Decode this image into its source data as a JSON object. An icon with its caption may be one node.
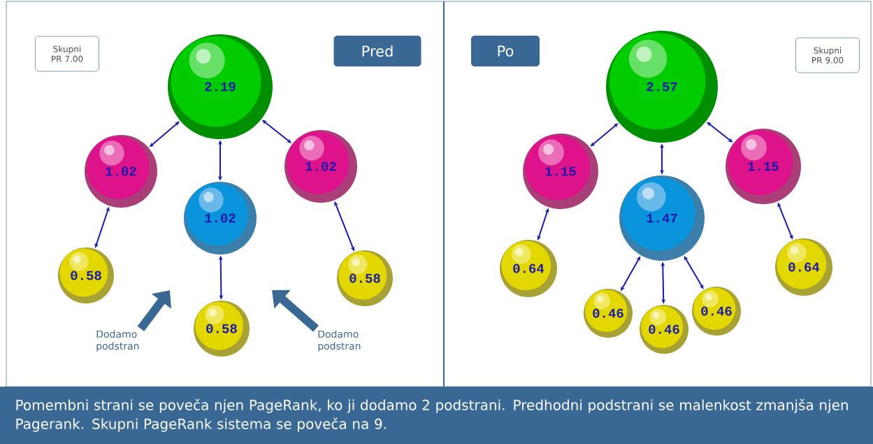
{
  "diagram": {
    "caption": "Pomembni strani se poveča njen PageRank, ko ji dodamo 2 podstrani. Predhodni podstrani se malenkost zmanjša njen Pagerank. Skupni PageRank sistema se poveča na 9.",
    "nodes": [
      {
        "text": [
          "Skupni PR 7.00"
        ]
      },
      {
        "text": [
          "Pred"
        ]
      },
      {
        "text": [
          "2.19"
        ]
      },
      {
        "text": [
          "1.02"
        ]
      },
      {
        "text": [
          "1.02"
        ]
      },
      {
        "text": [
          "1.02"
        ]
      },
      {
        "text": [
          "0.58"
        ]
      },
      {
        "text": [
          "0.58"
        ]
      },
      {
        "text": [
          "0.58"
        ]
      },
      {
        "text": [
          "Po"
        ]
      },
      {
        "text": [
          "Skupni PR 9.00"
        ]
      },
      {
        "text": [
          "2.57"
        ]
      },
      {
        "text": [
          "1.15"
        ]
      },
      {
        "text": [
          "1.47"
        ]
      },
      {
        "text": [
          "1.15"
        ]
      },
      {
        "text": [
          "0.64"
        ]
      },
      {
        "text": [
          "0.46"
        ]
      },
      {
        "text": [
          "0.46"
        ]
      },
      {
        "text": [
          "0.46"
        ]
      },
      {
        "text": [
          "0.64"
        ]
      },
      {
        "text": [
          "Dodamo podstran"
        ]
      },
      {
        "text": [
          "Dodamo podstran"
        ]
      }
    ],
    "edges": [
      {
        "from": 2,
        "to": 3,
        "arrow": "both"
      },
      {
        "from": 2,
        "to": 4,
        "arrow": "both"
      },
      {
        "from": 2,
        "to": 5,
        "arrow": "both"
      },
      {
        "from": 3,
        "to": 6,
        "arrow": "both"
      },
      {
        "from": 4,
        "to": 7,
        "arrow": "both"
      },
      {
        "from": 5,
        "to": 8,
        "arrow": "both"
      },
      {
        "from": 11,
        "to": 12,
        "arrow": "both"
      },
      {
        "from": 11,
        "to": 13,
        "arrow": "both"
      },
      {
        "from": 11,
        "to": 14,
        "arrow": "both"
      },
      {
        "from": 12,
        "to": 15,
        "arrow": "both"
      },
      {
        "from": 13,
        "to": 16,
        "arrow": "both"
      },
      {
        "from": 13,
        "to": 17,
        "arrow": "both"
      },
      {
        "from": 13,
        "to": 18,
        "arrow": "both"
      },
      {
        "from": 14,
        "to": 19,
        "arrow": "both"
      },
      {
        "from": 20,
        "to": null,
        "arrow": "to",
        "style": "thick",
        "color": "#3a6895"
      },
      {
        "from": 21,
        "to": null,
        "arrow": "to",
        "style": "thick",
        "color": "#3a6895"
      }
    ]
  }
}
